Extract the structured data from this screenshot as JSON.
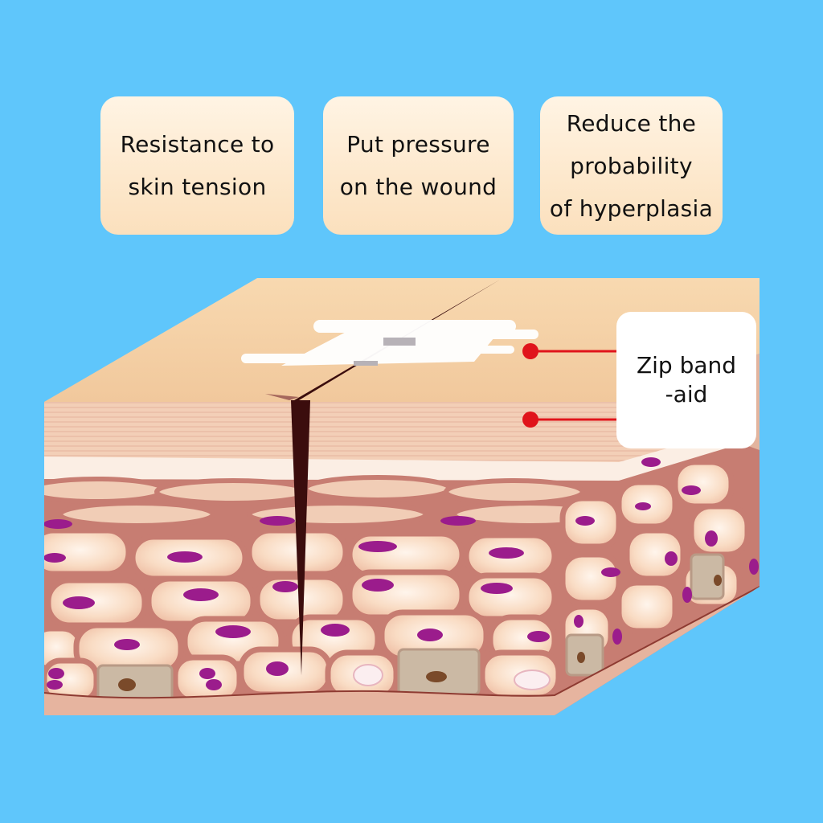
{
  "colors": {
    "background": "#5fc6fb",
    "card_bg": "#fde8cc",
    "skin_top": "#f6d2a6",
    "epidermis": "#f2cdb4",
    "cell_membrane": "#c9796f",
    "cell_body": "#f8d9c2",
    "nucleus": "#9b1c8c",
    "incision": "#3b0d0d",
    "pointer": "#e0141b",
    "callout_bg": "#ffffff"
  },
  "benefits": [
    {
      "label": "Resistance to\nskin tension"
    },
    {
      "label": "Put pressure\non the wound"
    },
    {
      "label": "Reduce the\nprobability\nof hyperplasia"
    }
  ],
  "illustration": {
    "subject": "skin-cross-section-with-incision",
    "product": "zip-band-aid-patch",
    "pointers": 2
  },
  "callout": {
    "label": "Zip band\n-aid"
  }
}
